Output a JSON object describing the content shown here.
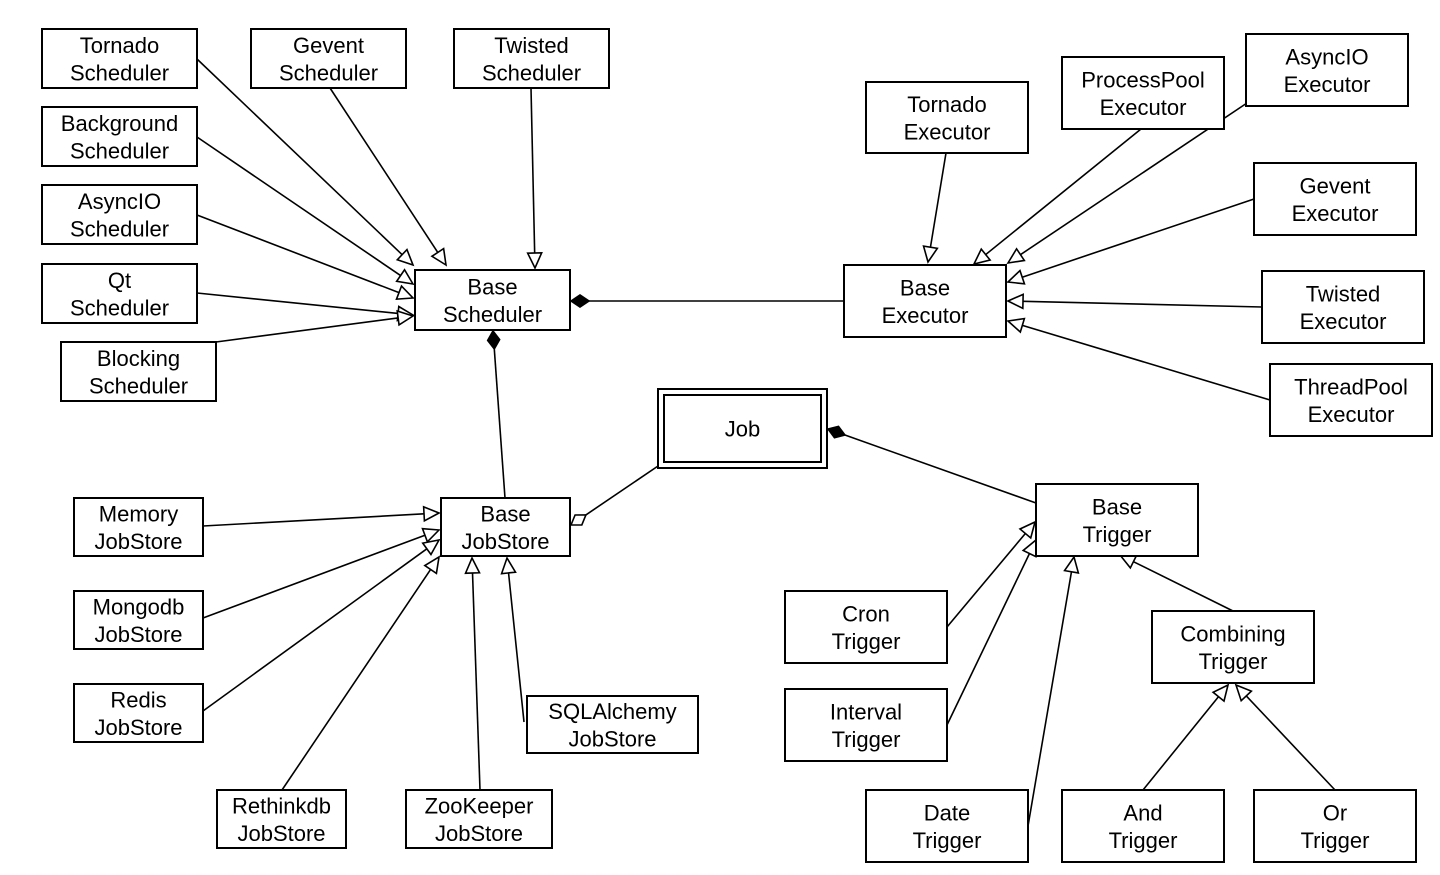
{
  "nodes": {
    "tornado_scheduler": {
      "lines": [
        "Tornado",
        "Scheduler"
      ]
    },
    "gevent_scheduler": {
      "lines": [
        "Gevent",
        "Scheduler"
      ]
    },
    "twisted_scheduler": {
      "lines": [
        "Twisted",
        "Scheduler"
      ]
    },
    "background_scheduler": {
      "lines": [
        "Background",
        "Scheduler"
      ]
    },
    "asyncio_scheduler": {
      "lines": [
        "AsyncIO",
        "Scheduler"
      ]
    },
    "qt_scheduler": {
      "lines": [
        "Qt",
        "Scheduler"
      ]
    },
    "blocking_scheduler": {
      "lines": [
        "Blocking",
        "Scheduler"
      ]
    },
    "base_scheduler": {
      "lines": [
        "Base",
        "Scheduler"
      ]
    },
    "tornado_executor": {
      "lines": [
        "Tornado",
        "Executor"
      ]
    },
    "processpool_executor": {
      "lines": [
        "ProcessPool",
        "Executor"
      ]
    },
    "asyncio_executor": {
      "lines": [
        "AsyncIO",
        "Executor"
      ]
    },
    "gevent_executor": {
      "lines": [
        "Gevent",
        "Executor"
      ]
    },
    "base_executor": {
      "lines": [
        "Base",
        "Executor"
      ]
    },
    "twisted_executor": {
      "lines": [
        "Twisted",
        "Executor"
      ]
    },
    "threadpool_executor": {
      "lines": [
        "ThreadPool",
        "Executor"
      ]
    },
    "job": {
      "lines": [
        "Job"
      ]
    },
    "memory_jobstore": {
      "lines": [
        "Memory",
        "JobStore"
      ]
    },
    "base_jobstore": {
      "lines": [
        "Base",
        "JobStore"
      ]
    },
    "mongodb_jobstore": {
      "lines": [
        "Mongodb",
        "JobStore"
      ]
    },
    "redis_jobstore": {
      "lines": [
        "Redis",
        "JobStore"
      ]
    },
    "sqlalchemy_jobstore": {
      "lines": [
        "SQLAlchemy",
        "JobStore"
      ]
    },
    "rethinkdb_jobstore": {
      "lines": [
        "Rethinkdb",
        "JobStore"
      ]
    },
    "zookeeper_jobstore": {
      "lines": [
        "ZooKeeper",
        "JobStore"
      ]
    },
    "base_trigger": {
      "lines": [
        "Base",
        "Trigger"
      ]
    },
    "cron_trigger": {
      "lines": [
        "Cron",
        "Trigger"
      ]
    },
    "combining_trigger": {
      "lines": [
        "Combining",
        "Trigger"
      ]
    },
    "interval_trigger": {
      "lines": [
        "Interval",
        "Trigger"
      ]
    },
    "date_trigger": {
      "lines": [
        "Date",
        "Trigger"
      ]
    },
    "and_trigger": {
      "lines": [
        "And",
        "Trigger"
      ]
    },
    "or_trigger": {
      "lines": [
        "Or",
        "Trigger"
      ]
    }
  },
  "edges": [
    {
      "from": "tornado_scheduler",
      "to": "base_scheduler",
      "type": "inheritance"
    },
    {
      "from": "gevent_scheduler",
      "to": "base_scheduler",
      "type": "inheritance"
    },
    {
      "from": "twisted_scheduler",
      "to": "base_scheduler",
      "type": "inheritance"
    },
    {
      "from": "background_scheduler",
      "to": "base_scheduler",
      "type": "inheritance"
    },
    {
      "from": "asyncio_scheduler",
      "to": "base_scheduler",
      "type": "inheritance"
    },
    {
      "from": "qt_scheduler",
      "to": "base_scheduler",
      "type": "inheritance"
    },
    {
      "from": "blocking_scheduler",
      "to": "base_scheduler",
      "type": "inheritance"
    },
    {
      "from": "base_executor",
      "to": "base_scheduler",
      "type": "composition"
    },
    {
      "from": "tornado_executor",
      "to": "base_executor",
      "type": "inheritance"
    },
    {
      "from": "processpool_executor",
      "to": "base_executor",
      "type": "inheritance"
    },
    {
      "from": "asyncio_executor",
      "to": "base_executor",
      "type": "inheritance"
    },
    {
      "from": "gevent_executor",
      "to": "base_executor",
      "type": "inheritance"
    },
    {
      "from": "twisted_executor",
      "to": "base_executor",
      "type": "inheritance"
    },
    {
      "from": "threadpool_executor",
      "to": "base_executor",
      "type": "inheritance"
    },
    {
      "from": "base_jobstore",
      "to": "base_scheduler",
      "type": "composition"
    },
    {
      "from": "job",
      "to": "base_jobstore",
      "type": "aggregation"
    },
    {
      "from": "base_trigger",
      "to": "job",
      "type": "composition"
    },
    {
      "from": "memory_jobstore",
      "to": "base_jobstore",
      "type": "inheritance"
    },
    {
      "from": "mongodb_jobstore",
      "to": "base_jobstore",
      "type": "inheritance"
    },
    {
      "from": "redis_jobstore",
      "to": "base_jobstore",
      "type": "inheritance"
    },
    {
      "from": "rethinkdb_jobstore",
      "to": "base_jobstore",
      "type": "inheritance"
    },
    {
      "from": "zookeeper_jobstore",
      "to": "base_jobstore",
      "type": "inheritance"
    },
    {
      "from": "sqlalchemy_jobstore",
      "to": "base_jobstore",
      "type": "inheritance"
    },
    {
      "from": "cron_trigger",
      "to": "base_trigger",
      "type": "inheritance"
    },
    {
      "from": "interval_trigger",
      "to": "base_trigger",
      "type": "inheritance"
    },
    {
      "from": "date_trigger",
      "to": "base_trigger",
      "type": "inheritance"
    },
    {
      "from": "combining_trigger",
      "to": "base_trigger",
      "type": "inheritance"
    },
    {
      "from": "and_trigger",
      "to": "combining_trigger",
      "type": "inheritance"
    },
    {
      "from": "or_trigger",
      "to": "combining_trigger",
      "type": "inheritance"
    }
  ]
}
